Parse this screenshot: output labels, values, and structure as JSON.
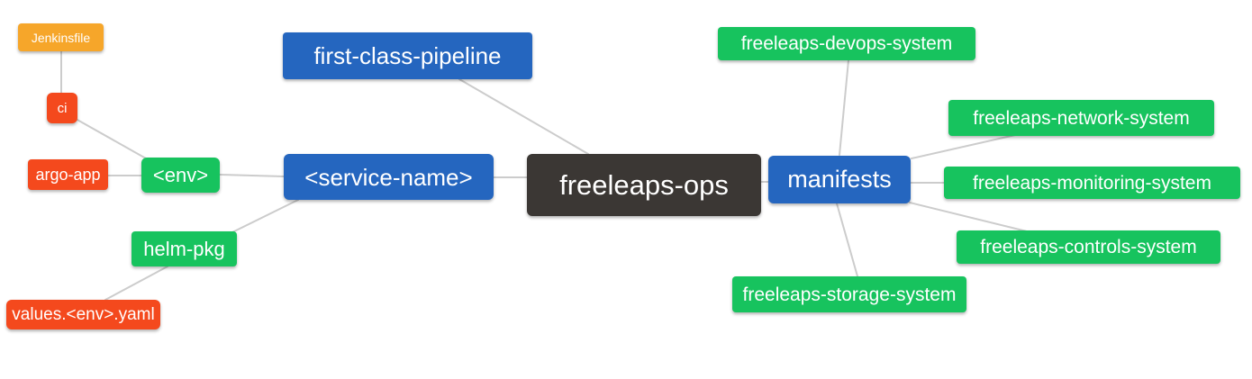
{
  "diagram": {
    "type": "mindmap",
    "root": "freeleaps-ops",
    "nodes": {
      "jenkinsfile": {
        "label": "Jenkinsfile",
        "color": "orange"
      },
      "ci": {
        "label": "ci",
        "color": "red"
      },
      "argo_app": {
        "label": "argo-app",
        "color": "red"
      },
      "env": {
        "label": "<env>",
        "color": "green"
      },
      "helm_pkg": {
        "label": "helm-pkg",
        "color": "green"
      },
      "values_yaml": {
        "label": "values.<env>.yaml",
        "color": "red"
      },
      "first_class_pipeline": {
        "label": "first-class-pipeline",
        "color": "blue"
      },
      "service_name": {
        "label": "<service-name>",
        "color": "blue"
      },
      "freeleaps_ops": {
        "label": "freeleaps-ops",
        "color": "dark"
      },
      "manifests": {
        "label": "manifests",
        "color": "blue"
      },
      "devops_system": {
        "label": "freeleaps-devops-system",
        "color": "green"
      },
      "network_system": {
        "label": "freeleaps-network-system",
        "color": "green"
      },
      "monitoring_system": {
        "label": "freeleaps-monitoring-system",
        "color": "green"
      },
      "controls_system": {
        "label": "freeleaps-controls-system",
        "color": "green"
      },
      "storage_system": {
        "label": "freeleaps-storage-system",
        "color": "green"
      }
    },
    "edges": [
      {
        "from": "jenkinsfile",
        "to": "ci"
      },
      {
        "from": "ci",
        "to": "env"
      },
      {
        "from": "argo_app",
        "to": "env"
      },
      {
        "from": "env",
        "to": "service_name"
      },
      {
        "from": "helm_pkg",
        "to": "service_name"
      },
      {
        "from": "values_yaml",
        "to": "helm_pkg"
      },
      {
        "from": "first_class_pipeline",
        "to": "freeleaps_ops"
      },
      {
        "from": "service_name",
        "to": "freeleaps_ops"
      },
      {
        "from": "freeleaps_ops",
        "to": "manifests"
      },
      {
        "from": "manifests",
        "to": "devops_system"
      },
      {
        "from": "manifests",
        "to": "network_system"
      },
      {
        "from": "manifests",
        "to": "monitoring_system"
      },
      {
        "from": "manifests",
        "to": "controls_system"
      },
      {
        "from": "manifests",
        "to": "storage_system"
      }
    ]
  },
  "palette": {
    "orange": "#f6a62a",
    "red": "#f4491d",
    "green": "#17c35e",
    "blue": "#2566bf",
    "dark": "#3b3734",
    "edge": "#cccccc",
    "node_text": "#ffffff",
    "background": "#ffffff"
  }
}
